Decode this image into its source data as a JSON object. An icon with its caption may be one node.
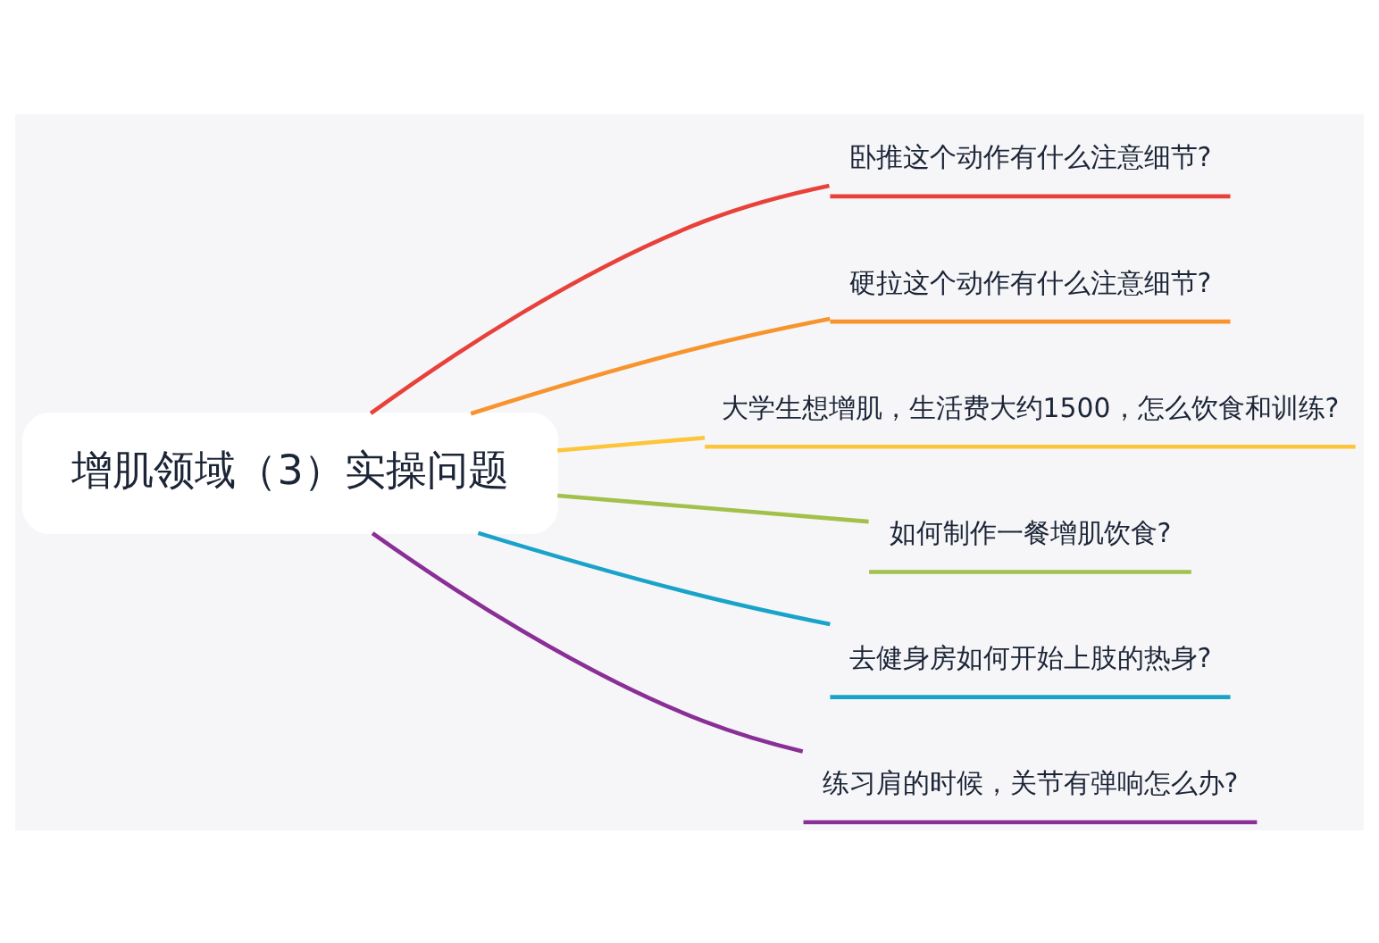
{
  "diagram": {
    "nodes": [
      {
        "text": [
          "增肌领域（3）实操问题"
        ]
      },
      {
        "text": [
          "卧推这个动作有什么注意细节?"
        ]
      },
      {
        "text": [
          "硬拉这个动作有什么注意细节?"
        ]
      },
      {
        "text": [
          "大学生想增肌，生活费大约1500，怎么饮食和训练?"
        ]
      },
      {
        "text": [
          "如何制作一餐增肌饮食?"
        ]
      },
      {
        "text": [
          "去健身房如何开始上肢的热身?"
        ]
      },
      {
        "text": [
          "练习肩的时候，关节有弹响怎么办?"
        ]
      }
    ],
    "edges": [
      {
        "from": 0,
        "to": 1,
        "arrow": "none",
        "color": "#e8413a"
      },
      {
        "from": 0,
        "to": 2,
        "arrow": "none",
        "color": "#f7942e"
      },
      {
        "from": 0,
        "to": 3,
        "arrow": "none",
        "color": "#fcc53a"
      },
      {
        "from": 0,
        "to": 4,
        "arrow": "none",
        "color": "#a2c04a"
      },
      {
        "from": 0,
        "to": 5,
        "arrow": "none",
        "color": "#1aa3c9"
      },
      {
        "from": 0,
        "to": 6,
        "arrow": "none",
        "color": "#8a2f96"
      }
    ]
  }
}
